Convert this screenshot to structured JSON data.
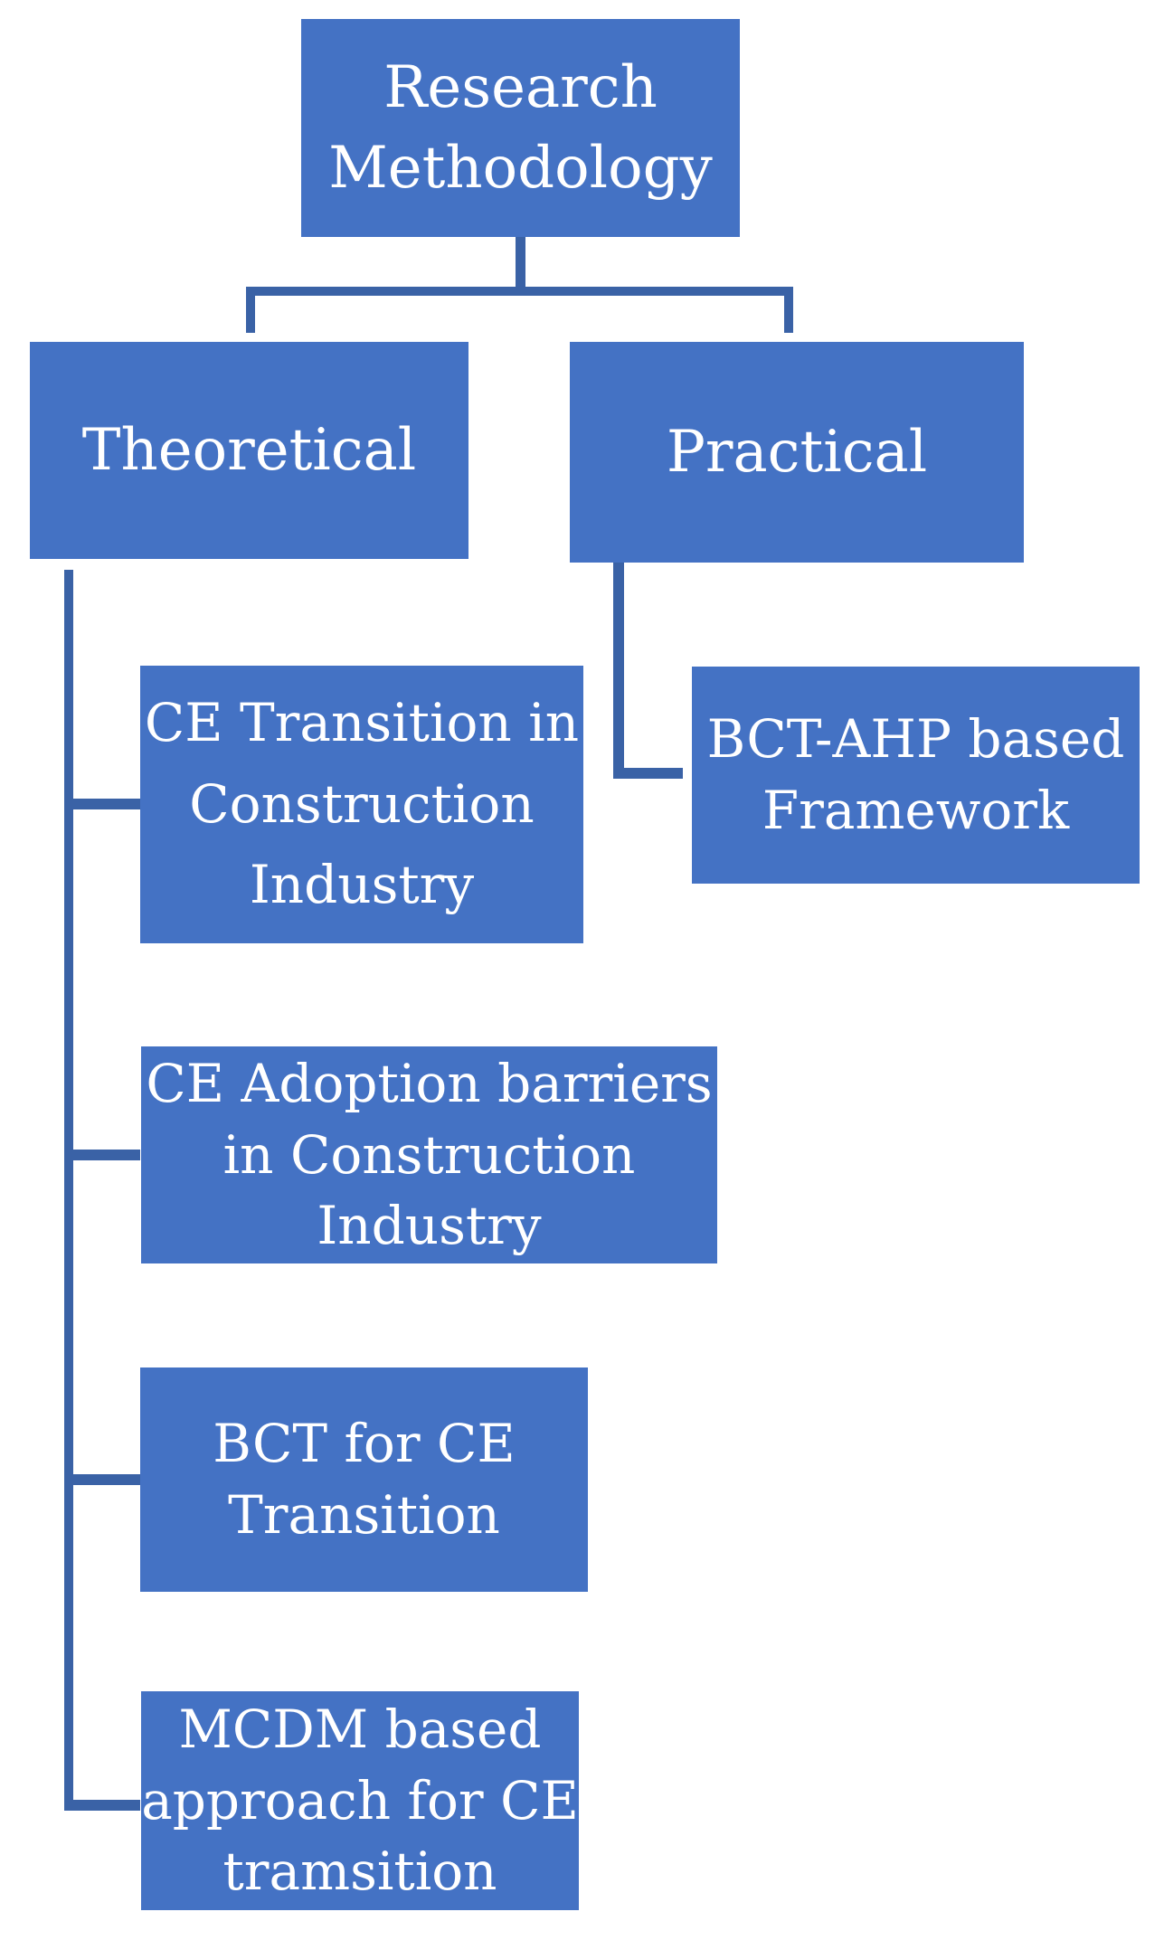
{
  "diagram_title": "Research Methodology flowchart",
  "colors": {
    "box_fill": "#4472C4",
    "connector": "#3A62A6",
    "box_text": "#FFFFFF",
    "background": "#FFFFFF"
  },
  "tree": {
    "root": {
      "label": "Research Methodology",
      "lines": [
        "Research",
        "Methodology"
      ]
    },
    "branches": [
      {
        "label": "Theoretical",
        "lines": [
          "Theoretical"
        ],
        "children": [
          {
            "label": "CE Transition in Construction Industry",
            "lines": [
              "CE Transition in",
              "Construction",
              "Industry"
            ]
          },
          {
            "label": "CE Adoption barriers in Construction Industry",
            "lines": [
              "CE Adoption barriers",
              "in Construction",
              "Industry"
            ]
          },
          {
            "label": "BCT for CE Transition",
            "lines": [
              "BCT for CE",
              "Transition"
            ]
          },
          {
            "label": "MCDM based approach for CE tramsition",
            "lines": [
              "MCDM based",
              "approach for CE",
              "tramsition"
            ]
          }
        ]
      },
      {
        "label": "Practical",
        "lines": [
          "Practical"
        ],
        "children": [
          {
            "label": "BCT-AHP based Framework",
            "lines": [
              "BCT-AHP based",
              "Framework"
            ]
          }
        ]
      }
    ]
  }
}
